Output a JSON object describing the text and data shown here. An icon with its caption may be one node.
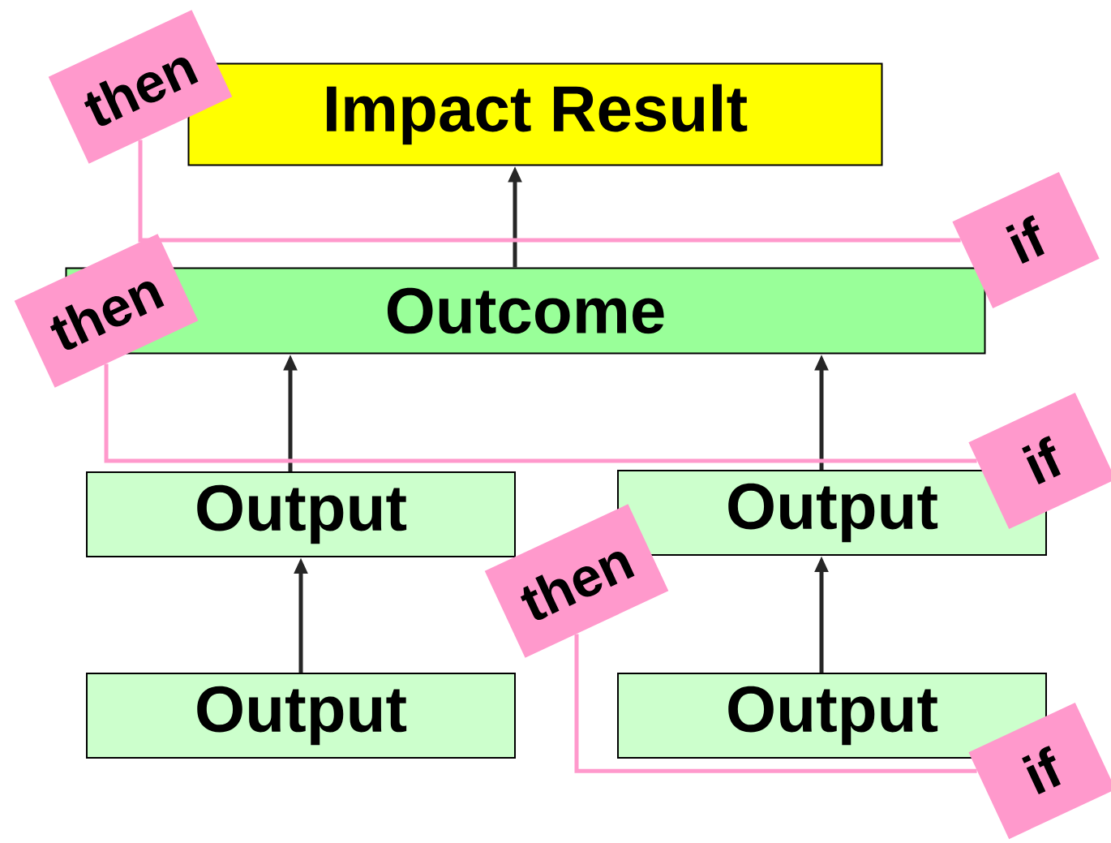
{
  "diagram": {
    "nodes": [
      {
        "text": [
          "Impact Result"
        ]
      },
      {
        "text": [
          "Outcome"
        ]
      },
      {
        "text": [
          "Output"
        ]
      },
      {
        "text": [
          "Output"
        ]
      },
      {
        "text": [
          "Output"
        ]
      },
      {
        "text": [
          "Output"
        ]
      },
      {
        "text": [
          "then"
        ]
      },
      {
        "text": [
          "if"
        ]
      },
      {
        "text": [
          "then"
        ]
      },
      {
        "text": [
          "if"
        ]
      },
      {
        "text": [
          "then"
        ]
      },
      {
        "text": [
          "if"
        ]
      }
    ],
    "edges": [
      {
        "from": 1,
        "to": 0,
        "arrow": "to"
      },
      {
        "from": 2,
        "to": 1,
        "arrow": "to"
      },
      {
        "from": 3,
        "to": 1,
        "arrow": "to"
      },
      {
        "from": 4,
        "to": 2,
        "arrow": "to"
      },
      {
        "from": 5,
        "to": 3,
        "arrow": "to"
      },
      {
        "from": 6,
        "to": 7,
        "arrow": "none",
        "color": "#ff99cc"
      },
      {
        "from": 8,
        "to": 9,
        "arrow": "none",
        "color": "#ff99cc"
      },
      {
        "from": 10,
        "to": 11,
        "arrow": "none",
        "color": "#ff99cc"
      }
    ]
  }
}
